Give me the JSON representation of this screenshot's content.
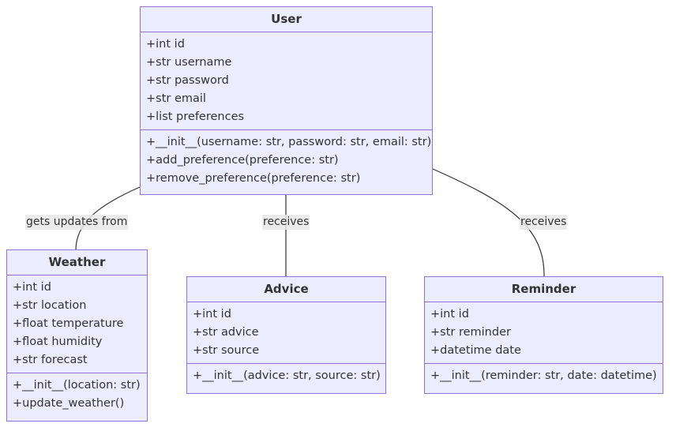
{
  "classes": {
    "user": {
      "name": "User",
      "attributes": [
        "+int id",
        "+str username",
        "+str password",
        "+str email",
        "+list preferences"
      ],
      "methods": [
        "+__init__(username: str, password: str, email: str)",
        "+add_preference(preference: str)",
        "+remove_preference(preference: str)"
      ]
    },
    "weather": {
      "name": "Weather",
      "attributes": [
        "+int id",
        "+str location",
        "+float temperature",
        "+float humidity",
        "+str forecast"
      ],
      "methods": [
        "+__init__(location: str)",
        "+update_weather()"
      ]
    },
    "advice": {
      "name": "Advice",
      "attributes": [
        "+int id",
        "+str advice",
        "+str source"
      ],
      "methods": [
        "+__init__(advice: str, source: str)"
      ]
    },
    "reminder": {
      "name": "Reminder",
      "attributes": [
        "+int id",
        "+str reminder",
        "+datetime date"
      ],
      "methods": [
        "+__init__(reminder: str, date: datetime)"
      ]
    }
  },
  "relations": [
    {
      "from": "User",
      "to": "Weather",
      "label": "gets updates from"
    },
    {
      "from": "User",
      "to": "Advice",
      "label": "receives"
    },
    {
      "from": "User",
      "to": "Reminder",
      "label": "receives"
    }
  ],
  "colors": {
    "box_fill": "#ECECFF",
    "box_border": "#9370DB",
    "edge": "#333333",
    "label_bg": "#E8E8E8"
  }
}
